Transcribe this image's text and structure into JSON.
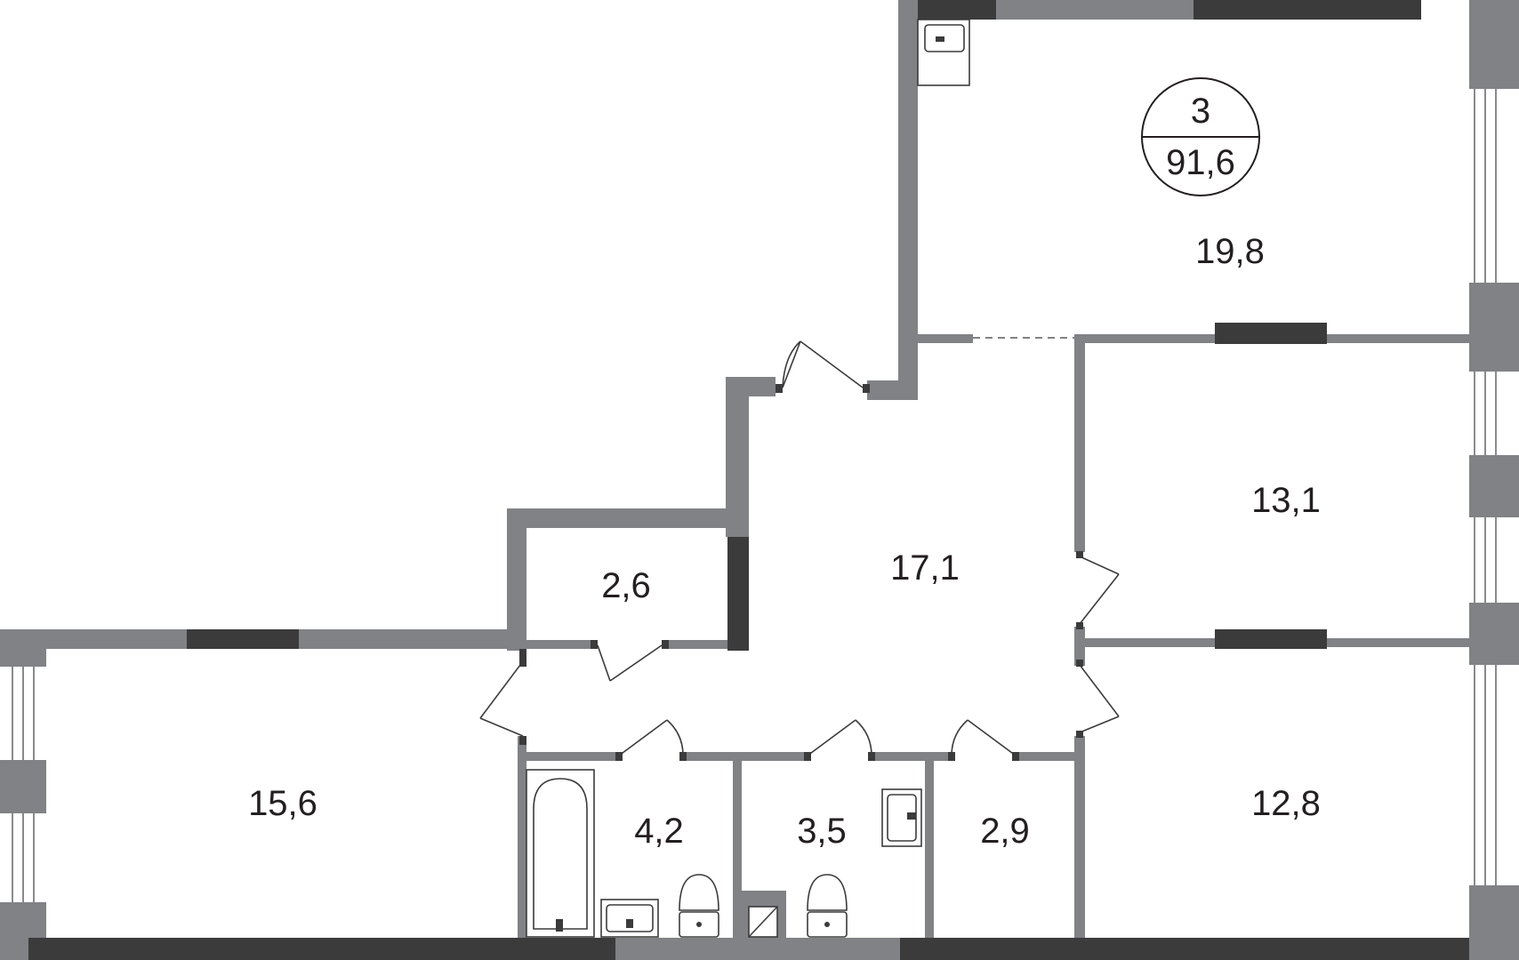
{
  "apartment": {
    "rooms_count": "3",
    "total_area": "91,6"
  },
  "rooms": [
    {
      "id": "room-north",
      "area": "19,8"
    },
    {
      "id": "room-east-upper",
      "area": "13,1"
    },
    {
      "id": "hall",
      "area": "17,1"
    },
    {
      "id": "storage",
      "area": "2,6"
    },
    {
      "id": "room-west",
      "area": "15,6"
    },
    {
      "id": "bathroom",
      "area": "4,2"
    },
    {
      "id": "toilet",
      "area": "3,5"
    },
    {
      "id": "laundry",
      "area": "2,9"
    },
    {
      "id": "room-east-lower",
      "area": "12,8"
    }
  ],
  "colors": {
    "wall": "#808285",
    "wall_dark": "#3b3b3c",
    "text": "#231f20"
  }
}
